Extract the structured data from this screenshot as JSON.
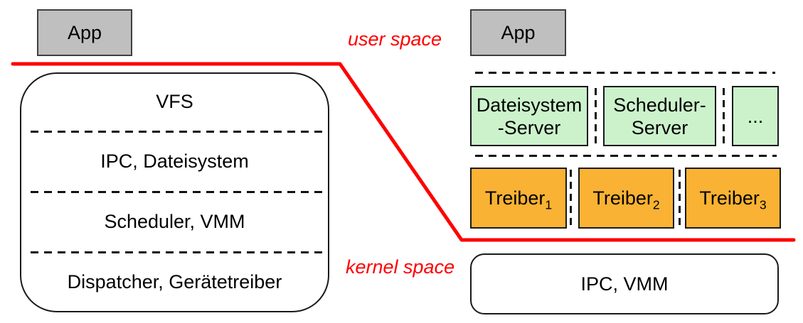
{
  "left": {
    "app_label": "App",
    "layers": [
      "VFS",
      "IPC, Dateisystem",
      "Scheduler, VMM",
      "Dispatcher, Gerätetreiber"
    ]
  },
  "boundary": {
    "user_space_label": "user space",
    "kernel_space_label": "kernel space"
  },
  "right": {
    "app_label": "App",
    "servers": [
      {
        "line1": "Dateisystem",
        "line2": "-Server"
      },
      {
        "line1": "Scheduler-",
        "line2": "Server"
      },
      {
        "label": "..."
      }
    ],
    "drivers": [
      {
        "base": "Treiber",
        "sub": "1"
      },
      {
        "base": "Treiber",
        "sub": "2"
      },
      {
        "base": "Treiber",
        "sub": "3"
      }
    ],
    "kernel_label": "IPC, VMM"
  },
  "colors": {
    "boundary_red": "#ff0000",
    "app_gray": "#bfbfbf",
    "server_green": "#ccf2cc",
    "driver_orange": "#f9b233"
  }
}
